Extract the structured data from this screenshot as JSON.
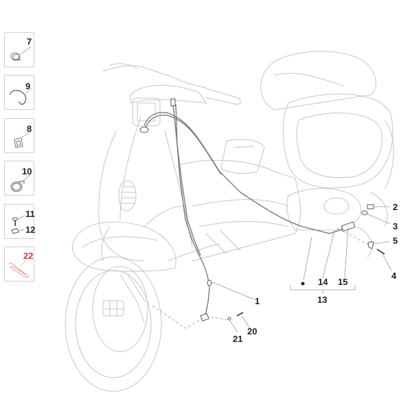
{
  "diagram": {
    "subject": "Scooter speedometer cable exploded parts diagram",
    "accent_color": "#d9343d",
    "line_color": "#bdbdbd",
    "label_color": "#222222"
  },
  "side_panel": {
    "items": [
      {
        "part": "7",
        "icon": "hose-clamp-icon"
      },
      {
        "part": "9",
        "icon": "wire-clip-icon"
      },
      {
        "part": "8",
        "icon": "cable-guide-icon"
      },
      {
        "part": "10",
        "icon": "band-clamp-icon"
      },
      {
        "part": "11",
        "part2": "12",
        "icon": "screw-and-nut-icon"
      },
      {
        "part": "22",
        "icon": "cable-tie-icon",
        "highlighted": true
      }
    ]
  },
  "callouts": {
    "c1": "1",
    "c2": "2",
    "c3": "3",
    "c4": "4",
    "c5": "5",
    "c13": "13",
    "c14": "14",
    "c15": "15",
    "c20": "20",
    "c21": "21"
  }
}
